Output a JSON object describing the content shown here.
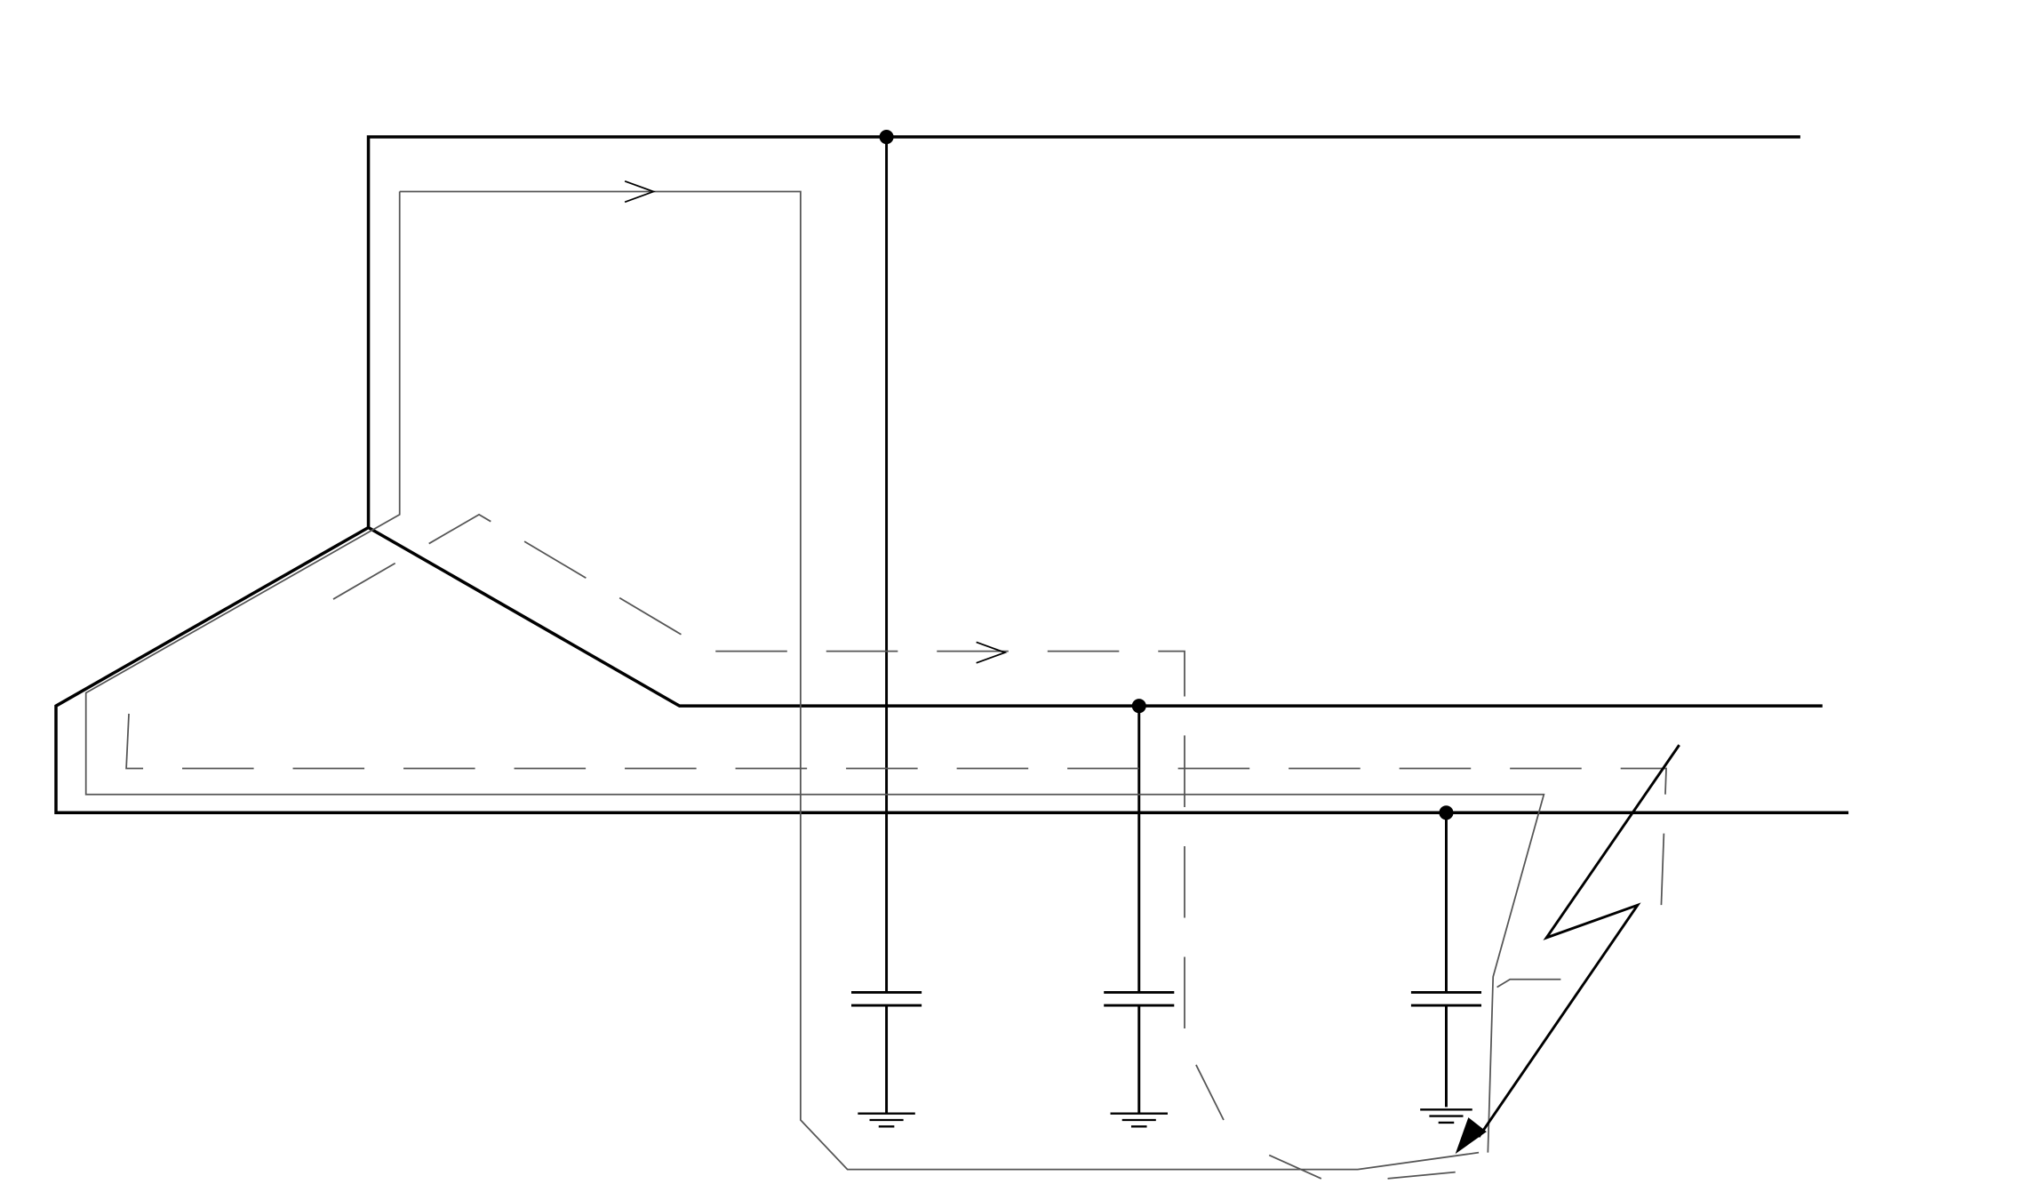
{
  "diagram": {
    "type": "circuit-schematic",
    "background_color": "#ffffff",
    "wire_color": "#000000",
    "path_color": "#555555",
    "elements": {
      "conductors": 3,
      "capacitors": 3,
      "ground_symbols": 3,
      "junction_dots": 3,
      "direction_arrows": 2,
      "fault_symbol": "lightning-bolt-icon"
    },
    "labels": []
  }
}
